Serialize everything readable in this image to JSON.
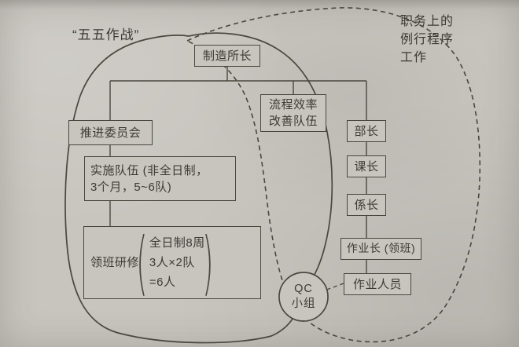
{
  "theme": {
    "paper": "#c8c5bf",
    "paper_light": "#d2cfc9",
    "ink": "#3c3a35",
    "ink_soft": "#4a473f"
  },
  "labels": {
    "five_five_campaign": "“五五作战”",
    "routine_work": [
      "职务上的",
      "例行程序",
      "工作"
    ]
  },
  "boxes": {
    "mfg_director": "制造所长",
    "process_team": [
      "流程效率",
      "改善队伍"
    ],
    "promotion_committee": "推进委员会",
    "implementation_team": [
      "实施队伍 (非全日制，",
      "3个月，5~6队)"
    ],
    "foreman_training": "领班研修",
    "paren_open": "(",
    "paren_close": ")",
    "foreman_training_details": [
      "全日制8周",
      "3人×2队",
      "=6人"
    ],
    "department_head": "部长",
    "section_head": "课长",
    "subsection_head": "係长",
    "operation_chief": "作业长 (领班)",
    "operators": "作业人员"
  },
  "qc_circle": [
    "QC",
    "小组"
  ]
}
